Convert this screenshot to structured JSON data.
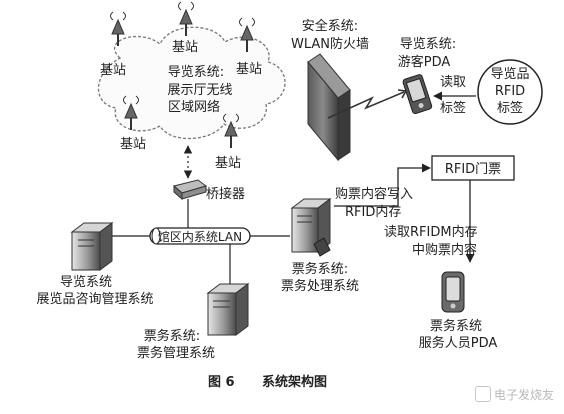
{
  "diagram": {
    "caption_num": "图 6",
    "caption_title": "系统架构图",
    "cloud_line1": "导览系统:",
    "cloud_line2": "展示厅无线",
    "cloud_line3": "区域网络",
    "base_station": "基站",
    "bridge": "桥接器",
    "lan": "馆区内系统LAN",
    "security_line1": "安全系统:",
    "security_line2": "WLAN防火墙",
    "pda_line1": "导览系统:",
    "pda_line2": "游客PDA",
    "read_tag_line1": "读取",
    "read_tag_line2": "标签",
    "rfid_tag_line1": "导览品",
    "rfid_tag_line2": "RFID",
    "rfid_tag_line3": "标签",
    "ticket": "RFID门票",
    "write_line1": "购票内容写入",
    "write_line2": "RFID内存",
    "read_line1": "读取RFIDM内存",
    "read_line2": "中购票内容",
    "server_left_line1": "导览系统",
    "server_left_line2": "展览品咨询管理系统",
    "server_mid_line1": "票务系统:",
    "server_mid_line2": "票务处理系统",
    "server_bottom_line1": "票务系统:",
    "server_bottom_line2": "票务管理系统",
    "staff_pda_line1": "票务系统",
    "staff_pda_line2": "服务人员PDA"
  },
  "watermark": "电子发烧友"
}
